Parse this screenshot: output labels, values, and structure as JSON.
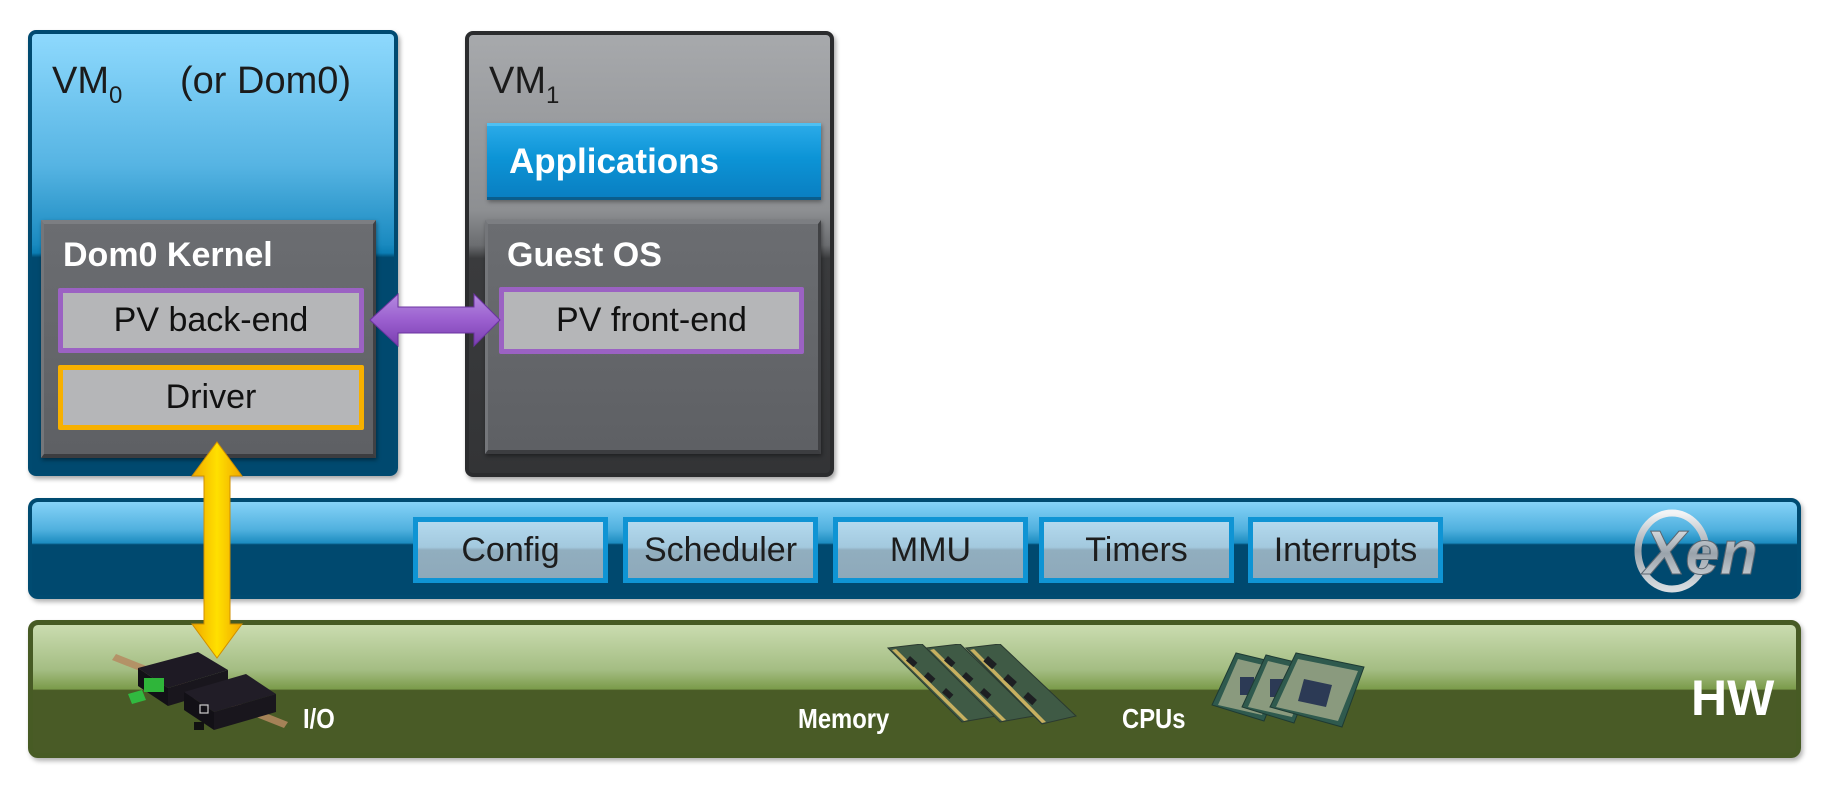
{
  "vm0": {
    "title": "VM",
    "subscript": "0",
    "suffix": "(or Dom0)",
    "kernel": {
      "title": "Dom0 Kernel",
      "components": [
        {
          "label": "PV back-end",
          "border_color": "#9b62c3"
        },
        {
          "label": "Driver",
          "border_color": "#f7b000"
        }
      ]
    }
  },
  "vm1": {
    "title": "VM",
    "subscript": "1",
    "applications_label": "Applications",
    "kernel": {
      "title": "Guest OS",
      "components": [
        {
          "label": "PV front-end",
          "border_color": "#9b62c3"
        }
      ]
    }
  },
  "connections": [
    {
      "from": "PV back-end",
      "to": "PV front-end",
      "type": "bidirectional",
      "color": "#9b5fcf"
    },
    {
      "from": "Driver",
      "to": "I/O",
      "type": "bidirectional",
      "color": "#f7b800"
    }
  ],
  "hypervisor": {
    "logo": "Xen",
    "components": [
      "Config",
      "Scheduler",
      "MMU",
      "Timers",
      "Interrupts"
    ],
    "color": "#00496f"
  },
  "hardware": {
    "title": "HW",
    "devices": [
      {
        "label": "I/O",
        "icon": "io-device-icon"
      },
      {
        "label": "Memory",
        "icon": "memory-modules-icon"
      },
      {
        "label": "CPUs",
        "icon": "cpu-chips-icon"
      }
    ],
    "color": "#495b26"
  }
}
